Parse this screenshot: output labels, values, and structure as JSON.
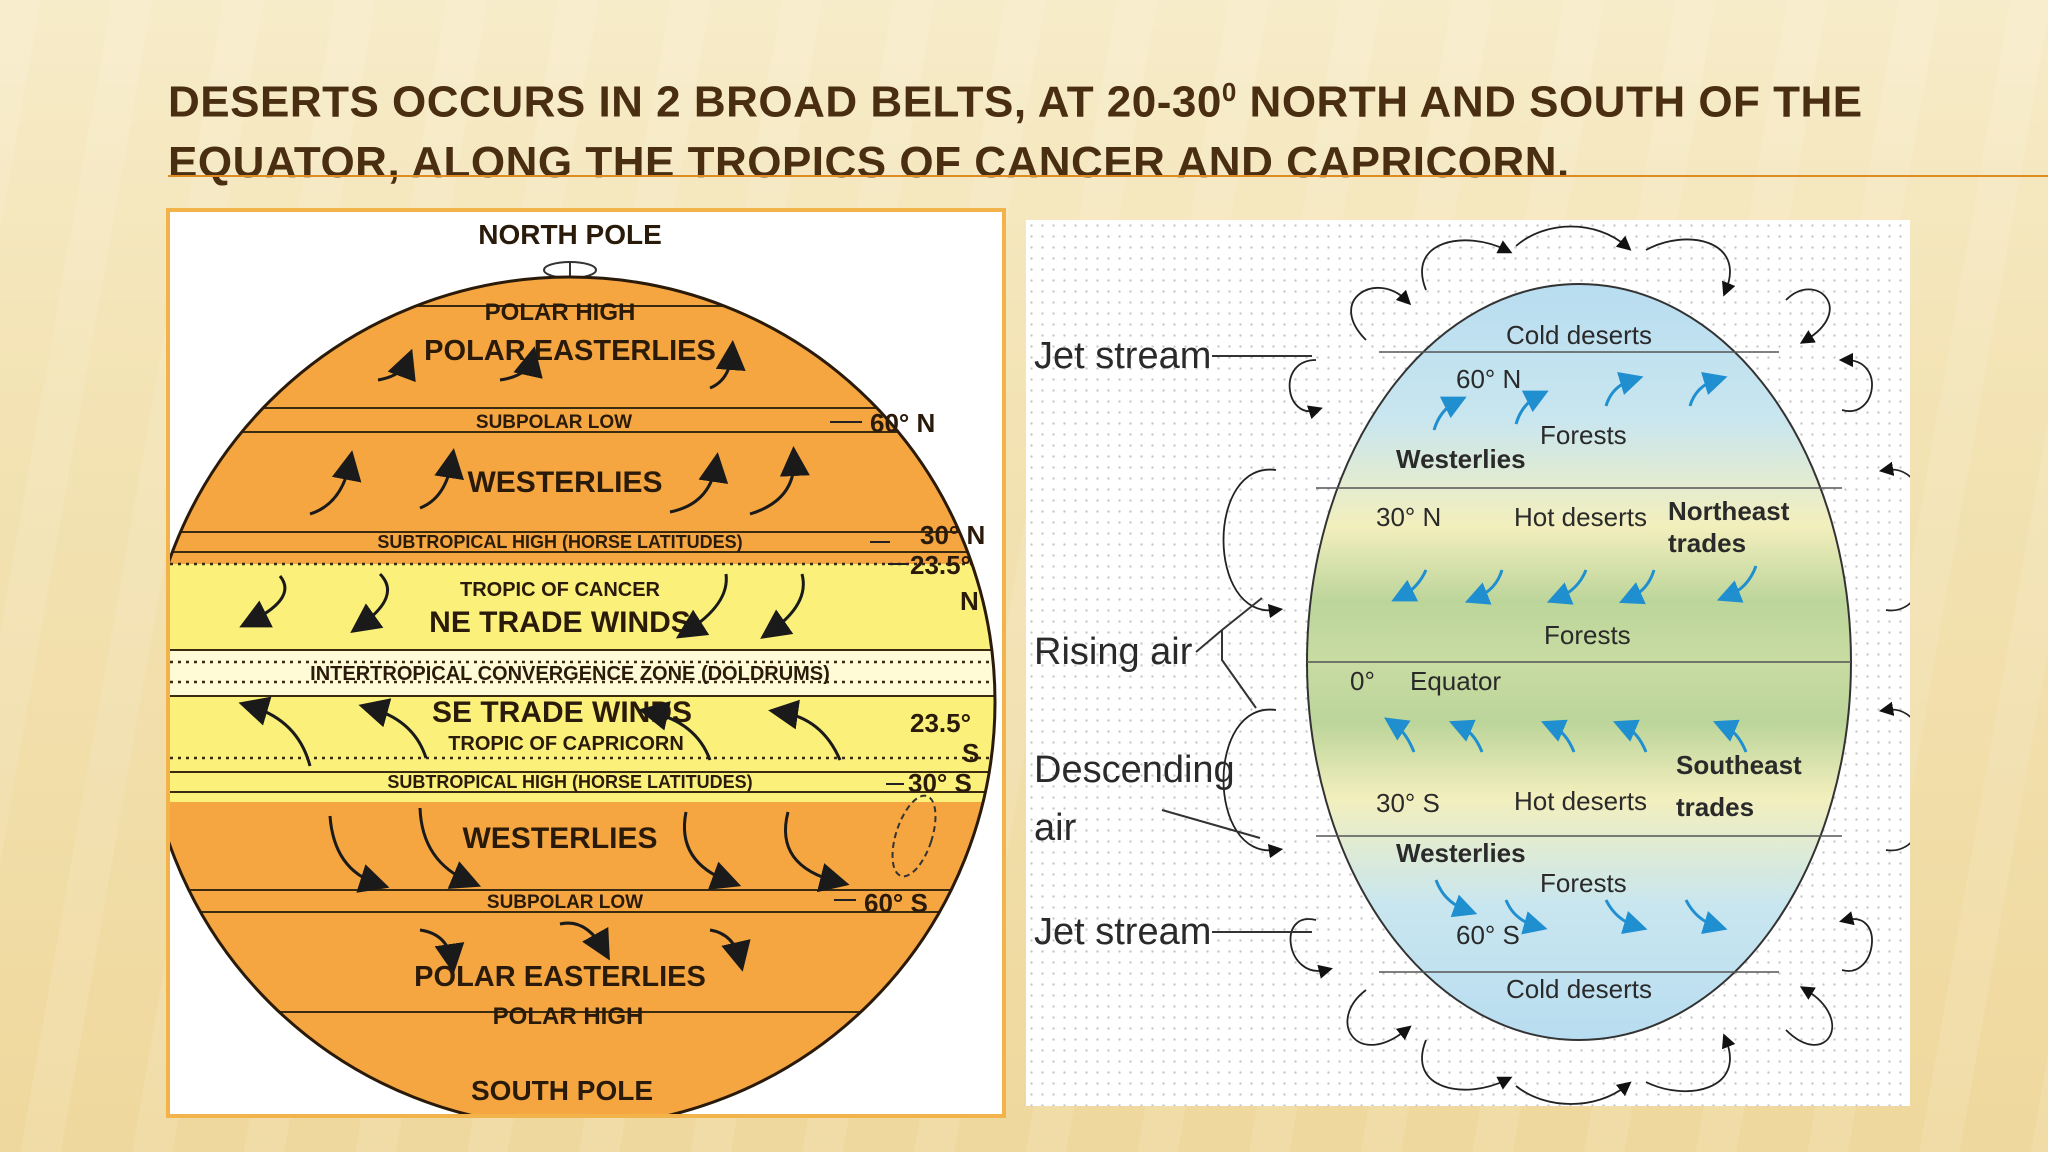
{
  "slide": {
    "title_line1": "Deserts occurs in 2 broad belts, at 20-30",
    "title_sup": "0",
    "title_line1b": " north and south of the",
    "title_line2": "equator, along the tropics of cancer and capricorn."
  },
  "left_diagram": {
    "north_pole": "NORTH POLE",
    "south_pole": "SOUTH POLE",
    "polar_high_top": "POLAR HIGH",
    "polar_easterlies_top": "POLAR EASTERLIES",
    "subpolar_low_top": "SUBPOLAR LOW",
    "westerlies_top": "WESTERLIES",
    "subtropical_high_top": "SUBTROPICAL HIGH (HORSE LATITUDES)",
    "tropic_cancer": "TROPIC OF CANCER",
    "ne_trade": "NE TRADE WINDS",
    "itcz": "INTERTROPICAL CONVERGENCE  ZONE (DOLDRUMS)",
    "se_trade": "SE TRADE WINDS",
    "tropic_capricorn": "TROPIC OF CAPRICORN",
    "subtropical_high_bottom": "SUBTROPICAL HIGH (HORSE LATITUDES)",
    "westerlies_bottom": "WESTERLIES",
    "subpolar_low_bottom": "SUBPOLAR LOW",
    "polar_easterlies_bottom": "POLAR EASTERLIES",
    "polar_high_bottom": "POLAR HIGH",
    "lat_60n": "60° N",
    "lat_30n": "30° N",
    "lat_235n_a": "23.5°",
    "lat_235n_b": "N",
    "lat_235s_a": "23.5°",
    "lat_235s_b": "S",
    "lat_30s": "30° S",
    "lat_60s": "60° S"
  },
  "right_diagram": {
    "jet_stream_top": "Jet stream",
    "rising_air": "Rising air",
    "descending_air_1": "Descending",
    "descending_air_2": "air",
    "jet_stream_bottom": "Jet stream",
    "cold_deserts_top": "Cold deserts",
    "lat_60n": "60° N",
    "forests_top": "Forests",
    "westerlies_top": "Westerlies",
    "lat_30n": "30° N",
    "hot_deserts_top": "Hot deserts",
    "northeast_1": "Northeast",
    "northeast_2": "trades",
    "forests_mid": "Forests",
    "lat_0": "0°",
    "equator": "Equator",
    "lat_30s": "30° S",
    "hot_deserts_bottom": "Hot deserts",
    "southeast_1": "Southeast",
    "southeast_2": "trades",
    "westerlies_bottom": "Westerlies",
    "forests_bottom": "Forests",
    "lat_60s": "60° S",
    "cold_deserts_bottom": "Cold deserts"
  },
  "colors": {
    "title": "#4a2e12",
    "accent_rule": "#e08a22",
    "globe_orange": "#f5a640",
    "tropic_yellow": "#fbf17a",
    "arrow_blue": "#1f8fd0"
  }
}
